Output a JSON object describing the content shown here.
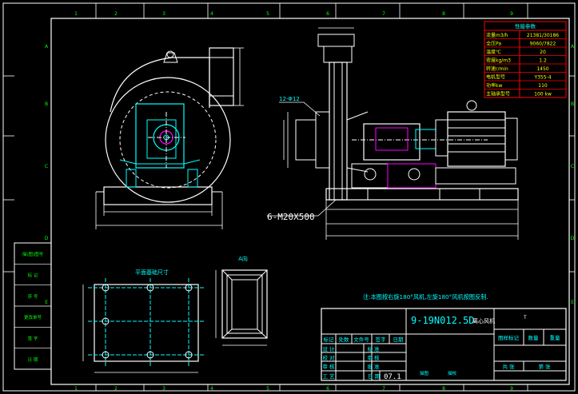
{
  "border": {
    "top_cols": [
      "1",
      "2",
      "3",
      "4",
      "5",
      "6",
      "7",
      "8",
      "9"
    ],
    "bottom_cols": [
      "1",
      "2",
      "3",
      "4",
      "5",
      "6",
      "7",
      "8",
      "9"
    ],
    "left_rows": [
      "A",
      "B",
      "C",
      "D",
      "E"
    ],
    "right_rows": [
      "A",
      "B",
      "C",
      "D",
      "E"
    ]
  },
  "spec_table": {
    "title": "性能参数",
    "rows": [
      {
        "label": "流量m3/h",
        "value": "21381/30186"
      },
      {
        "label": "全压Pa",
        "value": "9060/7822"
      },
      {
        "label": "温度℃",
        "value": "20"
      },
      {
        "label": "密度kg/m3",
        "value": "1.2"
      },
      {
        "label": "转速r/min",
        "value": "1450"
      },
      {
        "label": "电机型号",
        "value": "Y355-4"
      },
      {
        "label": "功率kw",
        "value": "110"
      },
      {
        "label": "主轴承型号",
        "value": "100 kw"
      }
    ]
  },
  "labels": {
    "holes": "12-Φ12",
    "bolts": "6-M20X500",
    "foundation": "平面基础尺寸",
    "view_a": "A向",
    "note": "注:本图按右旋180°风机,左旋180°风机按图反制."
  },
  "left_list": [
    "描(图)图号",
    "标 记",
    "序 号",
    "更改单号",
    "签 字",
    "日 期"
  ],
  "title_block": {
    "model": "9-19N012.5D",
    "name": "离心风机",
    "code": "T",
    "col_heads": [
      "标记",
      "处数",
      "文件号",
      "签字",
      "日期"
    ],
    "roles": [
      "设 计",
      "校 对",
      "审 核",
      "工 艺"
    ],
    "roles2": [
      "标 准",
      "审 核",
      "批 准"
    ],
    "date_label": "日 期",
    "date_value": "07.1",
    "right_heads": [
      "图样标记",
      "数量",
      "重量"
    ],
    "sheet": "共 张",
    "sheet_no": "第 张",
    "bottom_left": "描图",
    "bottom_mid": "描校"
  }
}
